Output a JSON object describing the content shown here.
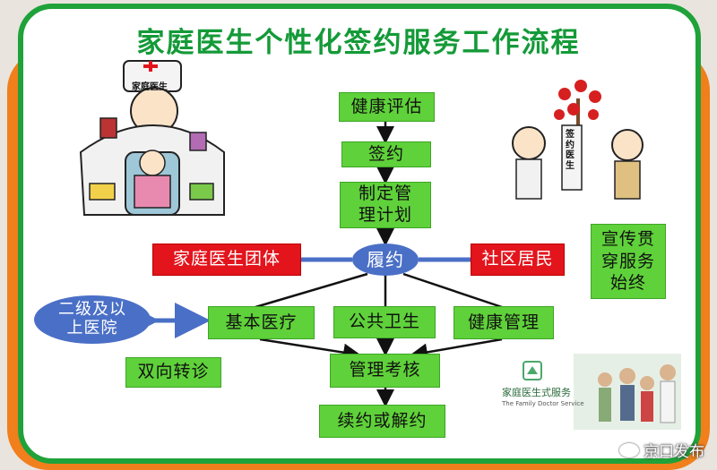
{
  "title": "家庭医生个性化签约服务工作流程",
  "steps": {
    "assess": "健康评估",
    "sign": "签约",
    "plan_line1": "制定管",
    "plan_line2": "理计划",
    "perform": "履约",
    "team": "家庭医生团体",
    "residents": "社区居民",
    "basic": "基本医疗",
    "public": "公共卫生",
    "health_mgmt": "健康管理",
    "hospital_line1": "二级及以",
    "hospital_line2": "上医院",
    "referral": "双向转诊",
    "review": "管理考核",
    "renew": "续约或解约",
    "promo_line1": "宣传贯",
    "promo_line2": "穿服务",
    "promo_line3": "始终"
  },
  "illustrations": {
    "doctor_hat_label": "家庭医生",
    "sign_doctor_label": "签约医生"
  },
  "logo": {
    "title": "家庭医生式服务",
    "subtitle": "The Family Doctor Service"
  },
  "watermark": "京口发布",
  "colors": {
    "green_border": "#1fa23a",
    "box_green": "#5fd13a",
    "box_red": "#e3141c",
    "oval_blue": "#4a6fc6",
    "frame_orange": "#f07f1c"
  }
}
